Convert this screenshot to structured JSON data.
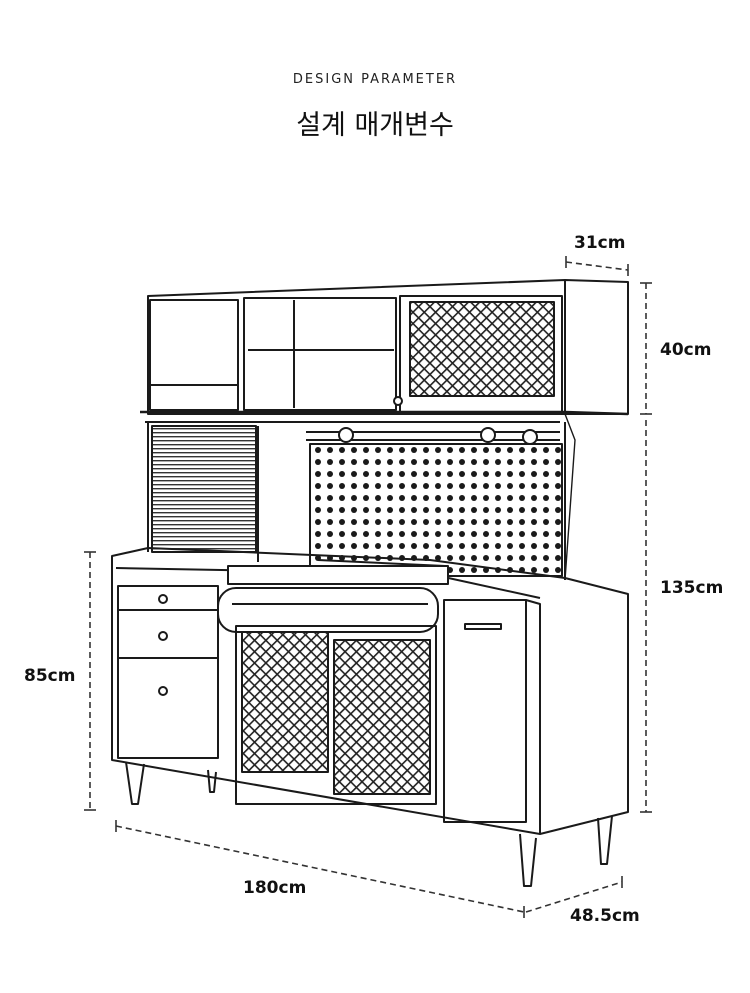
{
  "header": {
    "eyebrow": "DESIGN PARAMETER",
    "title": "설계 매개변수"
  },
  "dimensions": {
    "depth_top": "31cm",
    "hutch_height": "40cm",
    "upper_height": "135cm",
    "counter_height": "85cm",
    "width": "180cm",
    "depth": "48.5cm"
  },
  "colors": {
    "line": "#1a1a1a",
    "dim_line": "#333333",
    "background": "#ffffff"
  }
}
